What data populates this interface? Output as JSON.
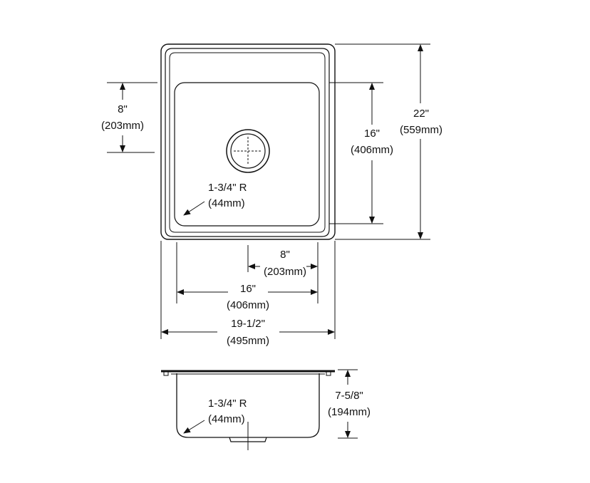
{
  "top_view": {
    "left_dim": {
      "in": "8\"",
      "mm": "(203mm)"
    },
    "inner_height": {
      "in": "16\"",
      "mm": "(406mm)"
    },
    "overall_height": {
      "in": "22\"",
      "mm": "(559mm)"
    },
    "corner_radius": {
      "in": "1-3/4\" R",
      "mm": "(44mm)"
    },
    "drain_offset": {
      "in": "8\"",
      "mm": "(203mm)"
    },
    "inner_width": {
      "in": "16\"",
      "mm": "(406mm)"
    },
    "overall_width": {
      "in": "19-1/2\"",
      "mm": "(495mm)"
    }
  },
  "side_view": {
    "corner_radius": {
      "in": "1-3/4\" R",
      "mm": "(44mm)"
    },
    "depth": {
      "in": "7-5/8\"",
      "mm": "(194mm)"
    }
  }
}
